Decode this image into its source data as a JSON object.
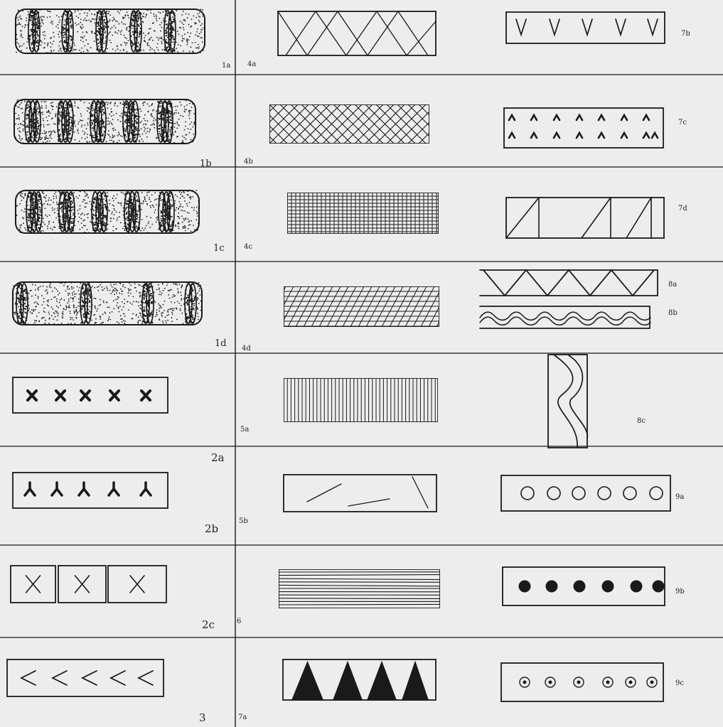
{
  "plate": {
    "background": "#ededed",
    "ink": "#1a1a1a",
    "labels": [
      {
        "id": "1a",
        "text": "1a"
      },
      {
        "id": "1b",
        "text": "1b"
      },
      {
        "id": "1c",
        "text": "1c"
      },
      {
        "id": "1d",
        "text": "1d"
      },
      {
        "id": "2a",
        "text": "2a"
      },
      {
        "id": "2b",
        "text": "2b"
      },
      {
        "id": "2c",
        "text": "2c"
      },
      {
        "id": "3",
        "text": "3"
      },
      {
        "id": "4a",
        "text": "4a"
      },
      {
        "id": "4b",
        "text": "4b"
      },
      {
        "id": "4c",
        "text": "4c"
      },
      {
        "id": "4d",
        "text": "4d"
      },
      {
        "id": "5a",
        "text": "5a"
      },
      {
        "id": "5b",
        "text": "5b"
      },
      {
        "id": "6",
        "text": "6"
      },
      {
        "id": "7a",
        "text": "7a"
      },
      {
        "id": "7b",
        "text": "7b"
      },
      {
        "id": "7c",
        "text": "7c"
      },
      {
        "id": "7d",
        "text": "7d"
      },
      {
        "id": "8a",
        "text": "8a"
      },
      {
        "id": "8b",
        "text": "8b"
      },
      {
        "id": "8c",
        "text": "8c"
      },
      {
        "id": "9a",
        "text": "9a"
      },
      {
        "id": "9b",
        "text": "9b"
      },
      {
        "id": "9c",
        "text": "9c"
      }
    ]
  }
}
